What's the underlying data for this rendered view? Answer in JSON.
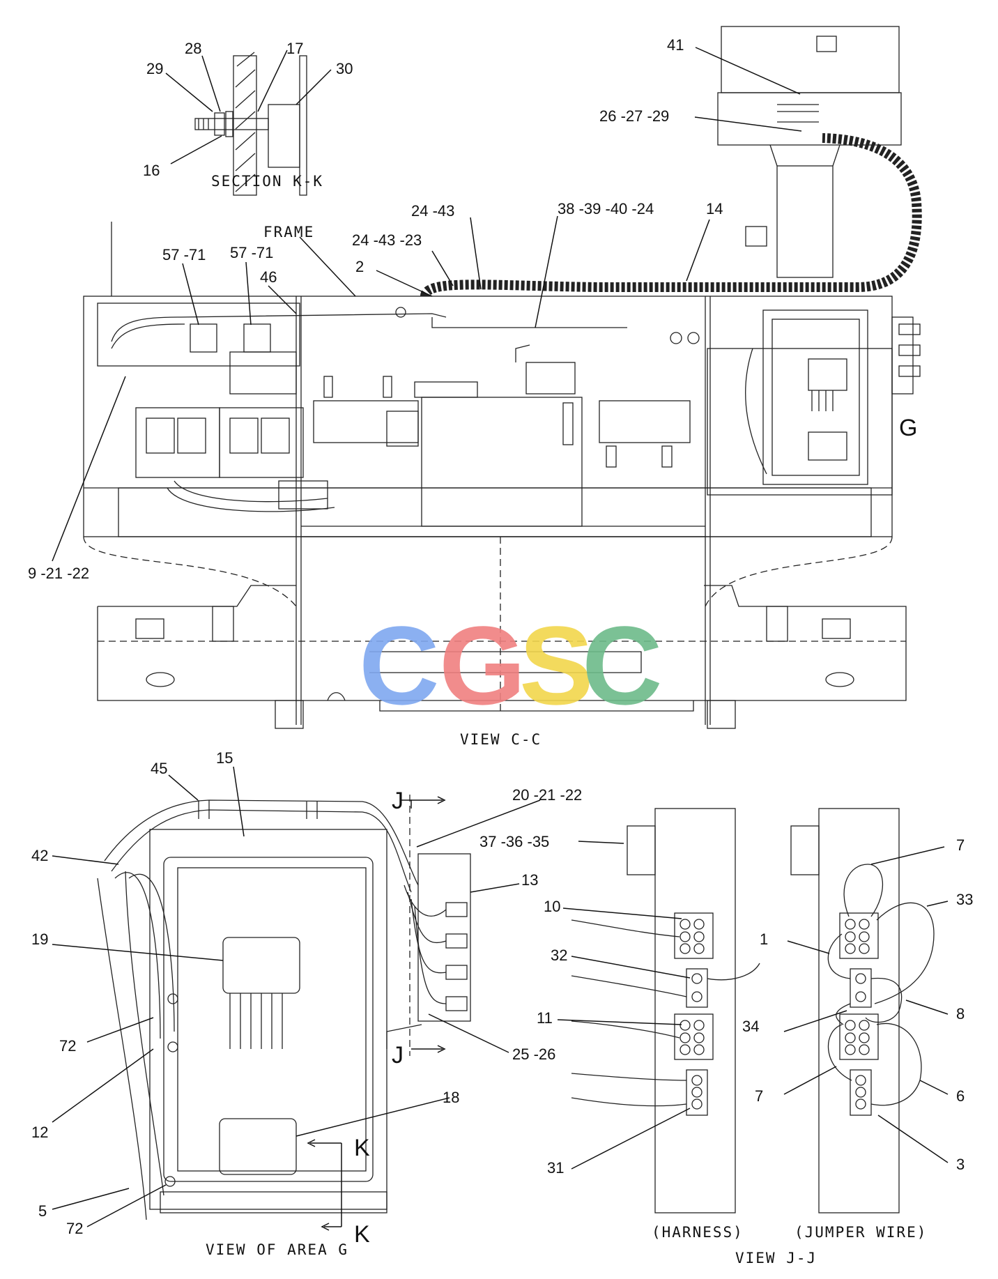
{
  "section_kk": {
    "title": "SECTION K-K",
    "labels": [
      "29",
      "28",
      "17",
      "30",
      "16"
    ]
  },
  "view_cc": {
    "title": "VIEW C-C",
    "frame_label": "FRAME",
    "area_letter": "G",
    "labels": [
      "41",
      "26 -27 -29",
      "24 -43",
      "38 -39 -40 -24",
      "14",
      "24 -43 -23",
      "2",
      "57 -71",
      "57 -71",
      "46",
      "9 -21 -22"
    ]
  },
  "watermark": {
    "text": [
      "C",
      "G",
      "S",
      "C"
    ],
    "colors": [
      "#7fa8f0",
      "#f08080",
      "#f2d64c",
      "#6dbb8a"
    ]
  },
  "view_area_g": {
    "title": "VIEW OF AREA G",
    "section_letters": [
      "J",
      "J",
      "K",
      "K"
    ],
    "labels": [
      "45",
      "15",
      "20 -21 -22",
      "42",
      "13",
      "19",
      "72",
      "12",
      "25 -26",
      "18",
      "5",
      "72",
      "37 -36 -35"
    ]
  },
  "view_jj": {
    "title": "VIEW J-J",
    "harness_caption": "(HARNESS)",
    "jumper_caption": "(JUMPER WIRE)",
    "labels": [
      "10",
      "32",
      "11",
      "31",
      "7",
      "33",
      "1",
      "8",
      "34",
      "7",
      "6",
      "3"
    ]
  }
}
